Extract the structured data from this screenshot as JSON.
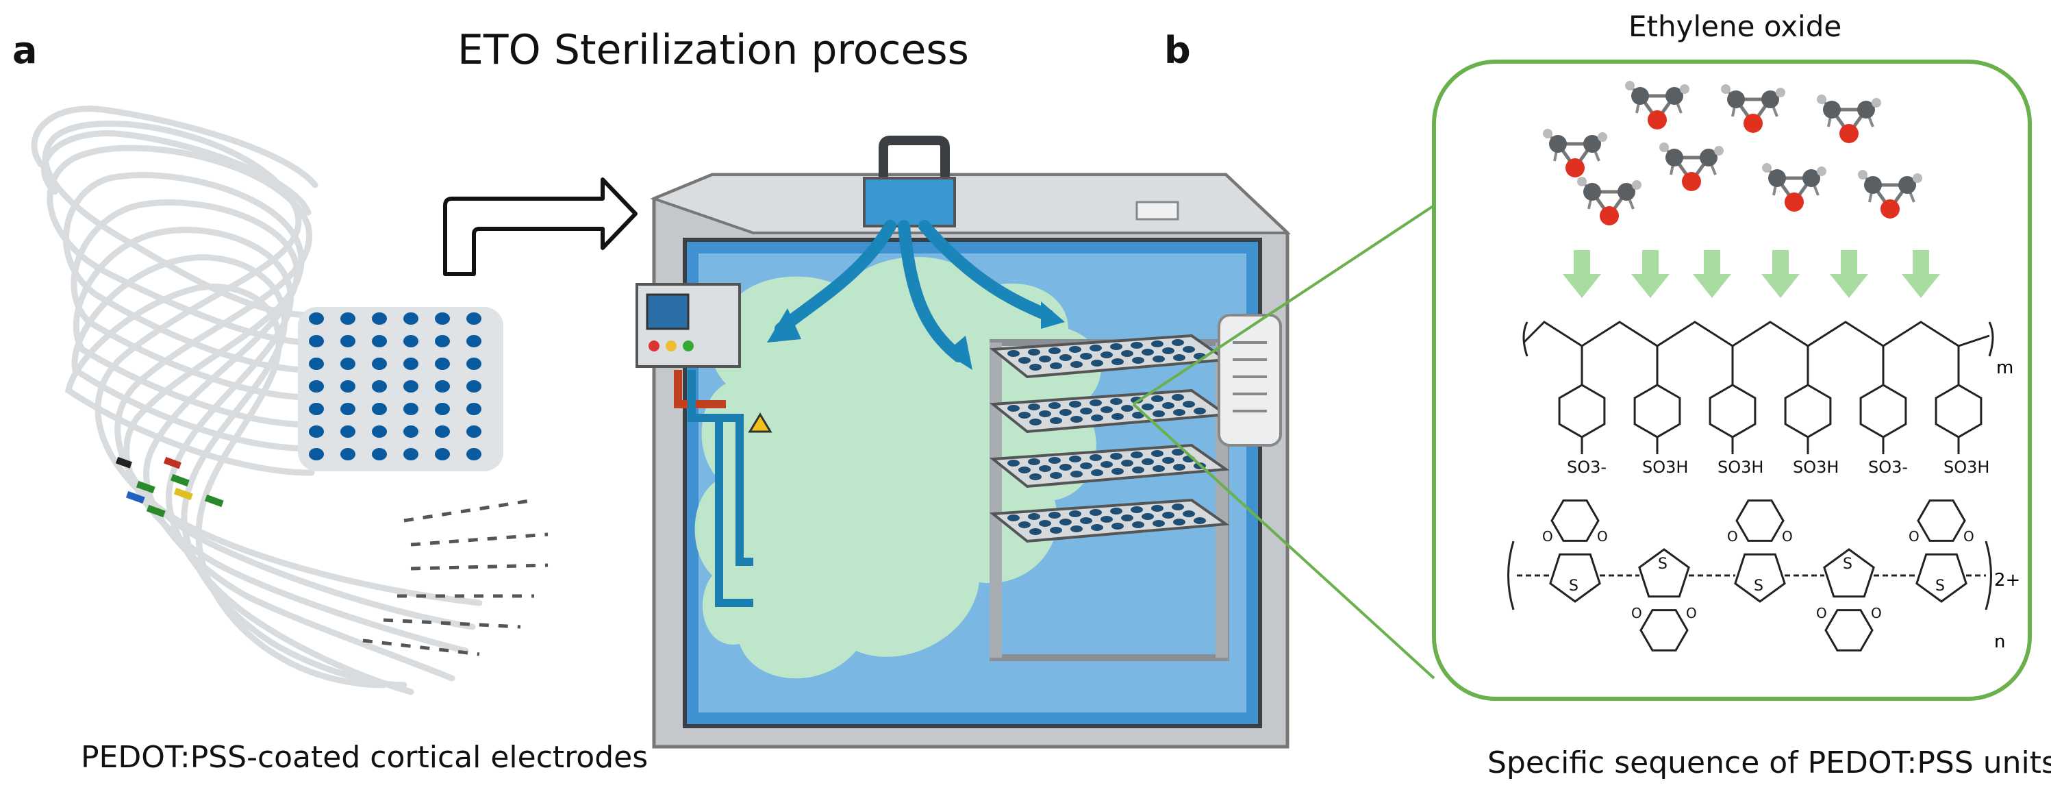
{
  "panel_a": {
    "letter": "a",
    "title": "ETO Sterilization process",
    "caption": "PEDOT:PSS-coated cortical electrodes"
  },
  "panel_b": {
    "letter": "b",
    "title": "Ethylene oxide",
    "caption": "Specific sequence of PEDOT:PSS units",
    "pss_labels": [
      "SO3-",
      "SO3H",
      "SO3H",
      "SO3H",
      "SO3-",
      "SO3H"
    ],
    "pss_repeat": "m",
    "pedot_repeat": "n",
    "pedot_charge": "2+",
    "sulfur": "S",
    "oxygen": "O"
  },
  "colors": {
    "electrode_dot": "#0a5aa0",
    "chamber_body": "#c9cdd2",
    "chamber_interior": "#4a9bd6",
    "gas_cloud": "#bfe6c7",
    "zoom_frame": "#6ab04c",
    "arrow_green": "#a8dca0",
    "oxygen_red": "#e03020"
  }
}
